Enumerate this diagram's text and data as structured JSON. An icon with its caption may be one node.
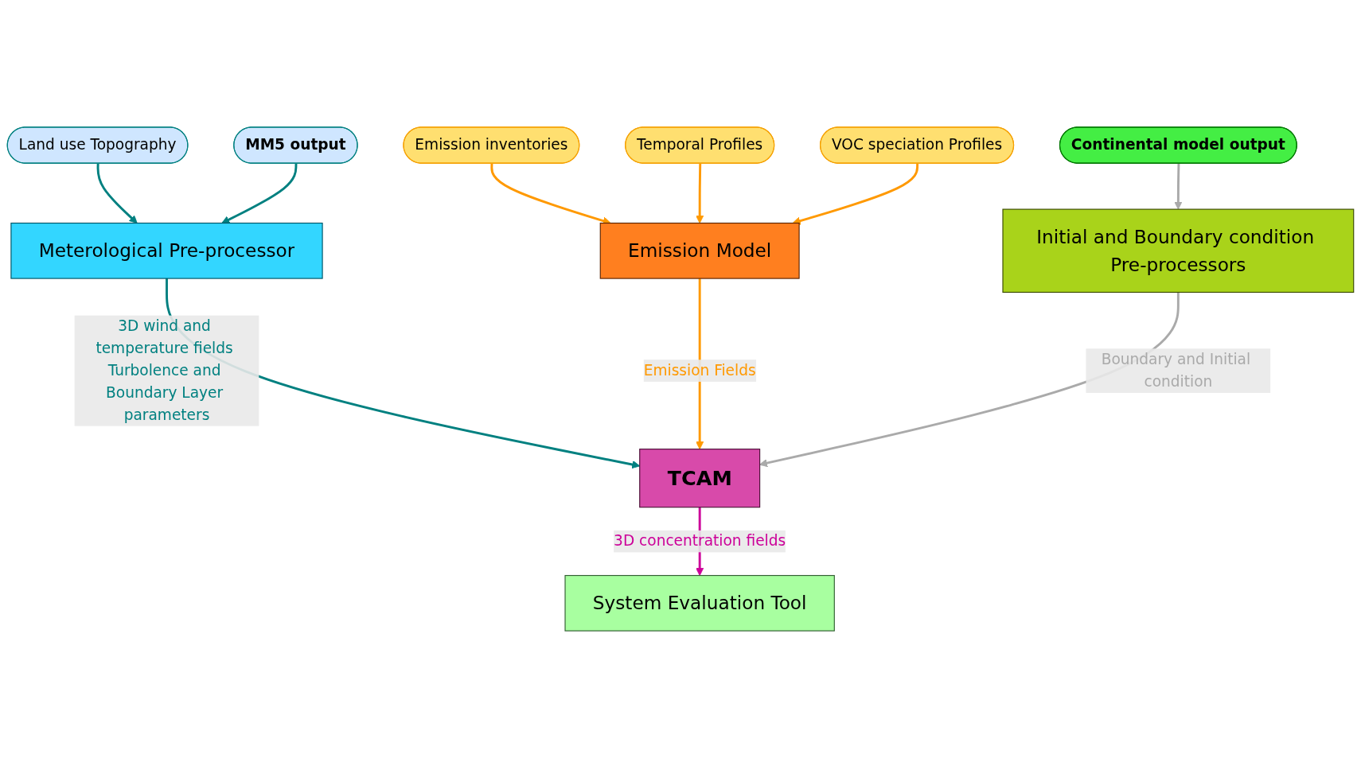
{
  "diagram": {
    "nodes": [
      {
        "text": [
          "Land use Topography"
        ]
      },
      {
        "text": [
          "MM5 output"
        ]
      },
      {
        "text": [
          "Emission inventories"
        ]
      },
      {
        "text": [
          "Meterological Pre-processor"
        ]
      },
      {
        "text": [
          "Emission Model"
        ]
      },
      {
        "text": [
          "Temporal Profiles"
        ]
      },
      {
        "text": [
          "Initial and Boundary condition Pre-processors"
        ]
      },
      {
        "text": [
          "TCAM"
        ]
      },
      {
        "text": [
          "VOC speciation Profiles"
        ]
      },
      {
        "text": [
          "Continental model output"
        ]
      },
      {
        "text": [
          "System Evaluation Tool"
        ]
      }
    ],
    "edges": [
      {
        "from": 0,
        "to": 3,
        "arrow": "to",
        "color": "#008080"
      },
      {
        "from": 1,
        "to": 3,
        "arrow": "to",
        "color": "#008080"
      },
      {
        "from": 2,
        "to": 4,
        "arrow": "to",
        "color": "#ff9900"
      },
      {
        "from": 3,
        "to": 7,
        "arrow": "to",
        "label": "3D wind and temperature fields Turbolence and Boundary Layer parameters",
        "color": "#008080"
      },
      {
        "from": 5,
        "to": 4,
        "arrow": "to",
        "color": "#ff9900"
      },
      {
        "from": 4,
        "to": 7,
        "arrow": "to",
        "label": "Emission Fields",
        "color": "#ff9900"
      },
      {
        "from": 8,
        "to": 4,
        "arrow": "to",
        "color": "#ff9900"
      },
      {
        "from": 6,
        "to": 7,
        "arrow": "to",
        "label": "Boundary and Initial condition",
        "color": "#aaaaaa"
      },
      {
        "from": 9,
        "to": 6,
        "arrow": "to",
        "color": "#aaaaaa"
      },
      {
        "from": 7,
        "to": 10,
        "arrow": "to",
        "label": "3D concentration fields",
        "color": "#cc0099"
      }
    ]
  }
}
